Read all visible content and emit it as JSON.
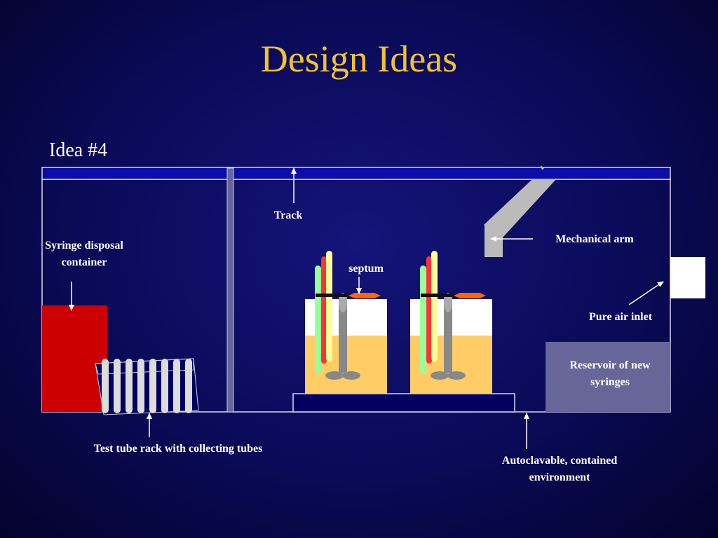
{
  "slide": {
    "title": "Design Ideas",
    "subtitle": "Idea #4"
  },
  "labels": {
    "track": "Track",
    "mechanical_arm": "Mechanical arm",
    "syringe_disposal_line1": "Syringe disposal",
    "syringe_disposal_line2": "container",
    "septum": "septum",
    "pure_air_inlet": "Pure air inlet",
    "reservoir_line1": "Reservoir of new",
    "reservoir_line2": "syringes",
    "test_tube_rack": "Test tube rack with collecting tubes",
    "environment_line1": "Autoclavable, contained",
    "environment_line2": "environment"
  },
  "colors": {
    "title": "#f2c22e",
    "track": "#0c0ca8",
    "disposal_container": "#cc0000",
    "liquid": "#ffcc66",
    "reservoir": "#666699",
    "septum": "#ff6600",
    "arm": "#bbbbbb"
  }
}
